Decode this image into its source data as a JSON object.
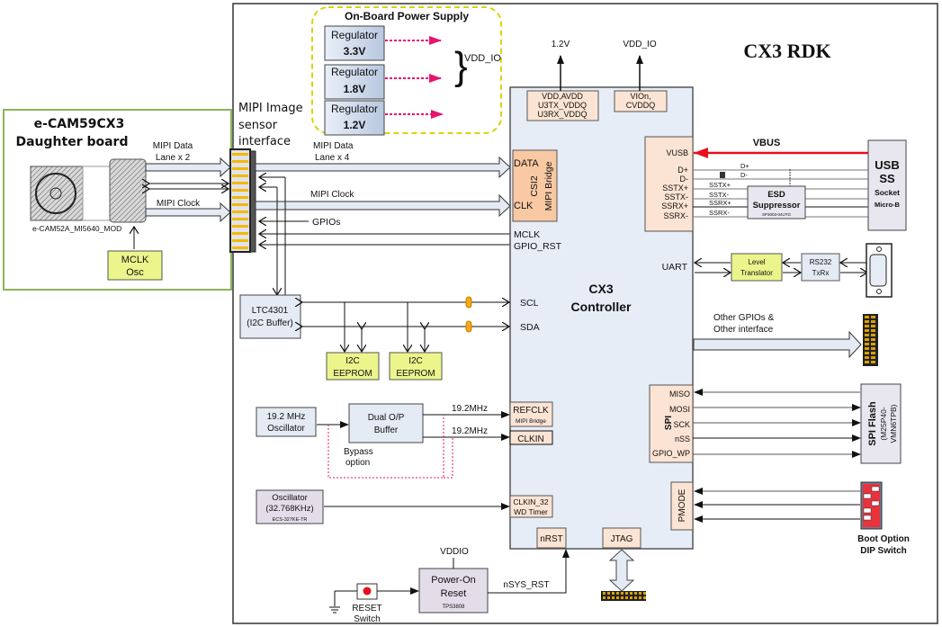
{
  "title": "CX3 RDK",
  "colors": {
    "board_bg": "#e6edf7",
    "peach": "#fce4d4",
    "peach_dark": "#f9c9a4",
    "green_box": "#ebf58c",
    "blue_box": "#e4ebf5",
    "purple_box": "#e3dde9",
    "yellow_dash": "#d8d40c",
    "magenta": "#e8136f",
    "vbus_red": "#e8101c",
    "daughter_border": "#8cb457"
  },
  "power_supply": {
    "title": "On-Board Power Supply",
    "regulators": [
      {
        "label": "Regulator",
        "voltage": "3.3V"
      },
      {
        "label": "Regulator",
        "voltage": "1.8V"
      },
      {
        "label": "Regulator",
        "voltage": "1.2V"
      }
    ],
    "rail_label": "VDD_IO"
  },
  "daughter_board": {
    "title_line1": "e-CAM59CX3",
    "title_line2": "Daughter board",
    "sensor_label": "e-CAM52A_MI5640_MOD",
    "mipi_data_line1": "MIPI Data",
    "mipi_data_line2": "Lane x 2",
    "mipi_clock": "MIPI Clock",
    "mclk_osc_line1": "MCLK",
    "mclk_osc_line2": "Osc"
  },
  "connector": {
    "label_line1": "MIPI Image",
    "label_line2": "sensor",
    "label_line3": "interface"
  },
  "signals": {
    "mipi_data_line1": "MIPI Data",
    "mipi_data_line2": "Lane x 4",
    "mipi_clock": "MIPI Clock",
    "gpios": "GPIOs",
    "mclk": "MCLK",
    "gpio_rst": "GPIO_RST",
    "v12": "1.2V",
    "vdd_io": "VDD_IO",
    "vbus": "VBUS",
    "freq1": "19.2MHz",
    "freq2": "19.2MHz",
    "bypass_line1": "Bypass",
    "bypass_line2": "option",
    "nsys_rst": "nSYS_RST",
    "vddio": "VDDIO",
    "other_gpios_line1": "Other GPIOs &",
    "other_gpios_line2": "Other interface"
  },
  "cx3": {
    "name_line1": "CX3",
    "name_line2": "Controller",
    "power_pins": [
      "VDD,AVDD",
      "U3TX_VDDQ",
      "U3RX_VDDQ"
    ],
    "vio_pins": [
      "VIOn,",
      "CVDDQ"
    ],
    "csi_data": "DATA",
    "csi_clk": "CLK",
    "csi_label": "CSI2",
    "csi_bridge": "MIPI Bridge",
    "usb_pins": [
      "VUSB",
      "D+",
      "D-",
      "SSTX+",
      "SSTX-",
      "SSRX+",
      "SSRX-"
    ],
    "uart": "UART",
    "scl": "SCL",
    "sda": "SDA",
    "refclk": "REFCLK",
    "refclk_sub": "MIPI Bridge",
    "clkin": "CLKIN",
    "clkin32": "CLKIN_32",
    "wd_timer": "WD Timer",
    "nrst": "nRST",
    "jtag": "JTAG",
    "spi_label": "SPI",
    "spi_pins": [
      "MISO",
      "MOSI",
      "SCK",
      "nSS",
      "GPIO_WP"
    ],
    "pmode": "PMODE"
  },
  "usb": {
    "line_labels": [
      "D+",
      "D-",
      "SSTX+",
      "SSTX-",
      "SSRX+",
      "SSRX-"
    ],
    "esd_title": "ESD",
    "esd_title2": "Suppressor",
    "esd_part": "SP3003-04UTG",
    "socket_line1": "USB",
    "socket_line2": "SS",
    "socket_line3": "Socket",
    "socket_line4": "Micro-B"
  },
  "uart_chain": {
    "level_line1": "Level",
    "level_line2": "Translator",
    "rs232_line1": "RS232",
    "rs232_line2": "TxRx"
  },
  "i2c": {
    "buffer_line1": "LTC4301",
    "buffer_line2": "(I2C Buffer)",
    "eeprom_line1": "I2C",
    "eeprom_line2": "EEPROM"
  },
  "clocks": {
    "osc_line1": "19.2 MHz",
    "osc_line2": "Oscillator",
    "buffer_line1": "Dual O/P",
    "buffer_line2": "Buffer",
    "rtc_line1": "Oscillator",
    "rtc_line2": "(32.768KHz)",
    "rtc_part": "ECS-327KE-TR"
  },
  "reset": {
    "por_line1": "Power-On",
    "por_line2": "Reset",
    "por_part": "TPS3808",
    "switch_line1": "RESET",
    "switch_line2": "Switch"
  },
  "spi_flash": {
    "title": "SPI Flash",
    "part_line1": "(M25P40-",
    "part_line2": "VMN6TPB)"
  },
  "boot": {
    "line1": "Boot Option",
    "line2": "DIP Switch"
  }
}
